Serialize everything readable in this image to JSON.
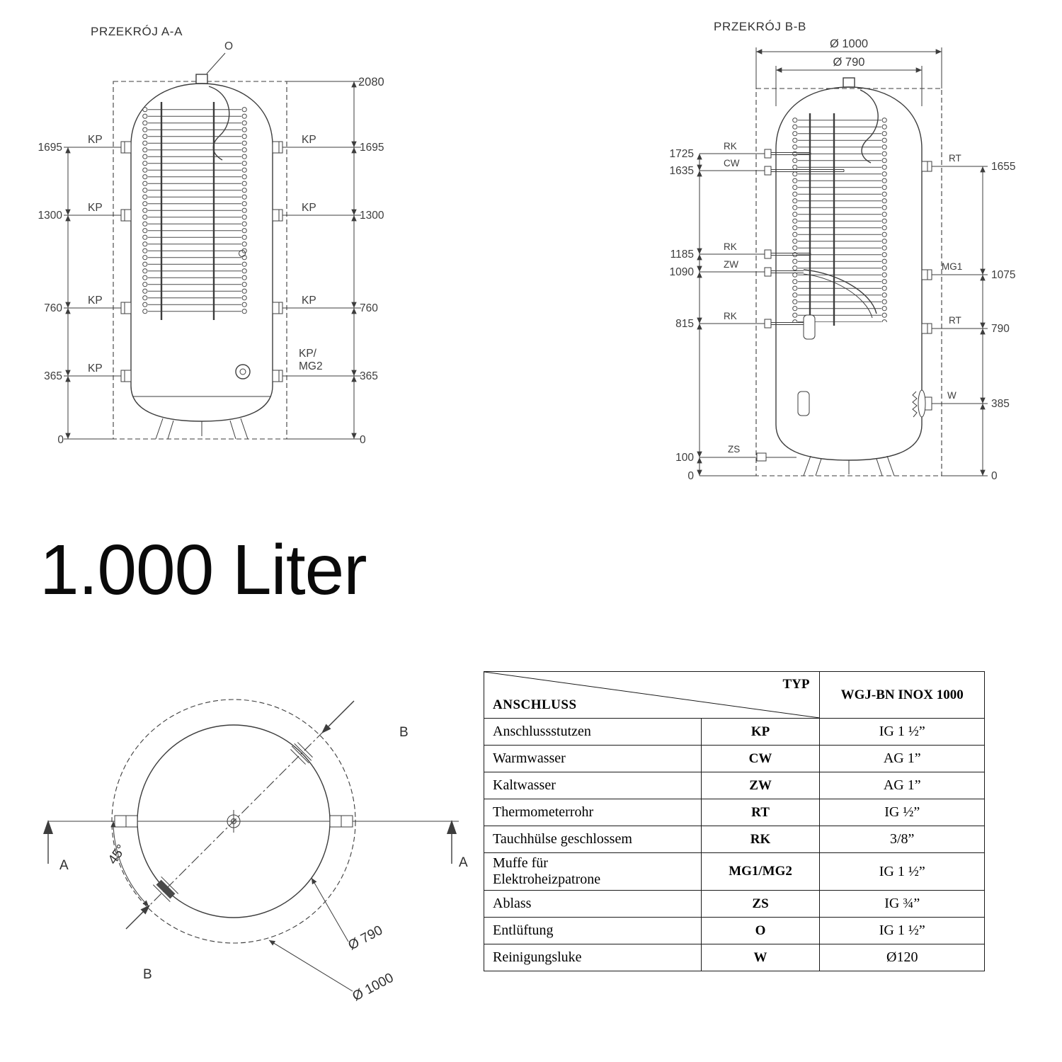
{
  "colors": {
    "line": "#3d3d3d",
    "text": "#000000",
    "background": "#ffffff"
  },
  "section_aa": {
    "title": "PRZEKRÓJ A-A",
    "vent_label": "O",
    "total_height": "2080",
    "port_label": "KP",
    "port_label_combined_1": "KP/",
    "port_label_combined_2": "MG2",
    "dim_1695": "1695",
    "dim_1300": "1300",
    "dim_760": "760",
    "dim_365": "365",
    "dim_0": "0"
  },
  "section_bb": {
    "title": "PRZEKRÓJ B-B",
    "dia_outer": "Ø 1000",
    "dia_inner": "Ø 790",
    "dim_1725": "1725",
    "dim_1635": "1635",
    "dim_1185": "1185",
    "dim_1090": "1090",
    "dim_815": "815",
    "dim_100": "100",
    "dim_0": "0",
    "dim_1655": "1655",
    "dim_1075": "1075",
    "dim_790": "790",
    "dim_385": "385",
    "label_rk": "RK",
    "label_cw": "CW",
    "label_zw": "ZW",
    "label_zs": "ZS",
    "label_rt": "RT",
    "label_mg1": "MG1",
    "label_w": "W"
  },
  "volume_label": "1.000 Liter",
  "top_view": {
    "label_a": "A",
    "label_b": "B",
    "angle": "45°",
    "dia_inner": "Ø 790",
    "dia_outer": "Ø 1000"
  },
  "table": {
    "header_typ": "TYP",
    "header_anschluss": "ANSCHLUSS",
    "header_model": "WGJ-BN INOX 1000",
    "rows": [
      {
        "name": "Anschlussstutzen",
        "code": "KP",
        "value": "IG 1 ½”"
      },
      {
        "name": "Warmwasser",
        "code": "CW",
        "value": "AG 1”"
      },
      {
        "name": "Kaltwasser",
        "code": "ZW",
        "value": "AG 1”"
      },
      {
        "name": "Thermometerrohr",
        "code": "RT",
        "value": "IG ½”"
      },
      {
        "name": "Tauchhülse geschlossem",
        "code": "RK",
        "value": "3/8”"
      },
      {
        "name": "Muffe für",
        "name2": "Elektroheizpatrone",
        "code": "MG1/MG2",
        "value": "IG 1 ½”"
      },
      {
        "name": "Ablass",
        "code": "ZS",
        "value": "IG ¾”"
      },
      {
        "name": "Entlüftung",
        "code": "O",
        "value": "IG 1 ½”"
      },
      {
        "name": "Reinigungsluke",
        "code": "W",
        "value": "Ø120"
      }
    ]
  }
}
